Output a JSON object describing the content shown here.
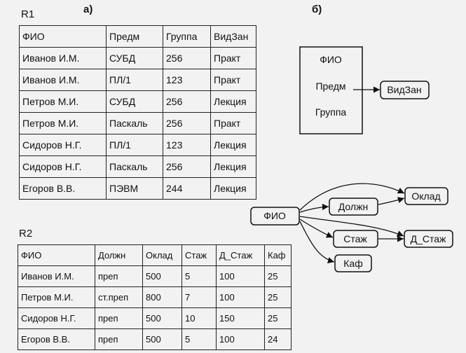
{
  "labels": {
    "r1": "R1",
    "part_a": "а)",
    "part_b": "б)",
    "r2": "R2"
  },
  "r1": {
    "headers": [
      "ФИО",
      "Предм",
      "Группа",
      "ВидЗан"
    ],
    "rows": [
      [
        "Иванов И.М.",
        "СУБД",
        "256",
        "Практ"
      ],
      [
        "Иванов И.М.",
        "ПЛ/1",
        "123",
        "Практ"
      ],
      [
        "Петров М.И.",
        "СУБД",
        "256",
        "Лекция"
      ],
      [
        "Петров М.И.",
        "Паскаль",
        "256",
        "Практ"
      ],
      [
        "Сидоров Н.Г.",
        "ПЛ/1",
        "123",
        "Лекция"
      ],
      [
        "Сидоров Н.Г.",
        "Паскаль",
        "256",
        "Лекция"
      ],
      [
        "Егоров В.В.",
        "ПЭВМ",
        "244",
        "Лекция"
      ]
    ]
  },
  "r2": {
    "headers": [
      "ФИО",
      "Должн",
      "Оклад",
      "Стаж",
      "Д_Стаж",
      "Каф"
    ],
    "rows": [
      [
        "Иванов И.М.",
        "преп",
        "500",
        "5",
        "100",
        "25"
      ],
      [
        "Петров М.И.",
        "ст.преп",
        "800",
        "7",
        "100",
        "25"
      ],
      [
        "Сидоров Н.Г.",
        "преп",
        "500",
        "10",
        "150",
        "25"
      ],
      [
        "Егоров В.В.",
        "преп",
        "500",
        "5",
        "100",
        "24"
      ]
    ]
  },
  "diagram_b": {
    "left_box": [
      "ФИО",
      "Предм",
      "Группа"
    ],
    "target": "ВидЗан"
  },
  "diagram_c": {
    "fio": "ФИО",
    "dolzhn": "Должн",
    "oklad": "Оклад",
    "stazh": "Стаж",
    "d_stazh": "Д_Стаж",
    "kaf": "Каф"
  }
}
